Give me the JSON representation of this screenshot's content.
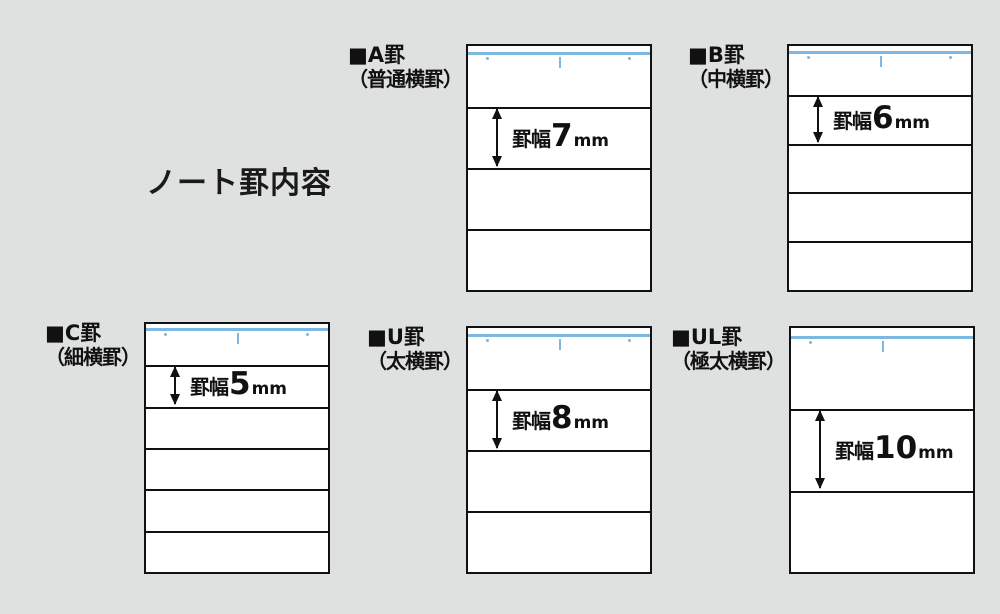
{
  "page": {
    "title": "ノート罫内容",
    "background_color": "#dfe1e1",
    "rule_color": "#111111",
    "margin_line_color": "#7db8e0"
  },
  "rulings": [
    {
      "code": "■A罫",
      "name": "（普通横罫）",
      "caption_word": "罫幅",
      "caption_value": "7",
      "caption_unit": "mm",
      "width_mm": 7,
      "rows": 4
    },
    {
      "code": "■B罫",
      "name": "（中横罫）",
      "caption_word": "罫幅",
      "caption_value": "6",
      "caption_unit": "mm",
      "width_mm": 6,
      "rows": 5
    },
    {
      "code": "■C罫",
      "name": "（細横罫）",
      "caption_word": "罫幅",
      "caption_value": "5",
      "caption_unit": "mm",
      "width_mm": 5,
      "rows": 6
    },
    {
      "code": "■U罫",
      "name": "（太横罫）",
      "caption_word": "罫幅",
      "caption_value": "8",
      "caption_unit": "mm",
      "width_mm": 8,
      "rows": 4
    },
    {
      "code": "■UL罫",
      "name": "（極太横罫）",
      "caption_word": "罫幅",
      "caption_value": "10",
      "caption_unit": "mm",
      "width_mm": 10,
      "rows": 3
    }
  ]
}
